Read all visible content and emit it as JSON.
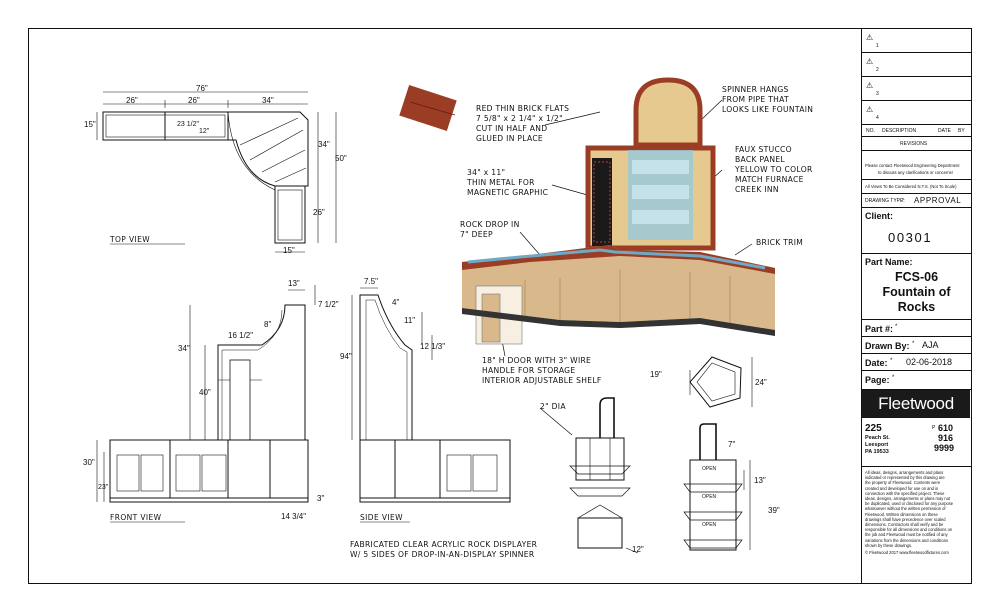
{
  "notes": {
    "brick": [
      "RED THIN BRICK FLATS",
      "7 5/8\" x 2 1/4\" x 1/2\"",
      "CUT IN HALF AND",
      "GLUED IN PLACE"
    ],
    "spinner": [
      "SPINNER HANGS",
      "FROM PIPE THAT",
      "LOOKS LIKE FOUNTAIN"
    ],
    "stucco": [
      "FAUX STUCCO",
      "BACK PANEL",
      "YELLOW TO COLOR",
      "MATCH FURNACE",
      "CREEK INN"
    ],
    "metal": [
      "34\" x 11\"",
      "THIN METAL FOR",
      "MAGNETIC GRAPHIC"
    ],
    "rock_drop": [
      "ROCK DROP IN",
      "7\" DEEP"
    ],
    "brick_trim": "BRICK TRIM",
    "door": [
      "18\" H DOOR WITH 3\" WIRE",
      "HANDLE FOR STORAGE",
      "INTERIOR ADJUSTABLE SHELF"
    ],
    "displayer": [
      "FABRICATED CLEAR ACRYLIC ROCK DISPLAYER",
      "W/ 5 SIDES OF DROP-IN-AN-DISPLAY SPINNER"
    ],
    "pipe_dia": "2\" DIA"
  },
  "views": {
    "top": "TOP VIEW",
    "front": "FRONT VIEW",
    "side": "SIDE VIEW"
  },
  "dims": {
    "top": {
      "overall": "76\"",
      "seg1": "26\"",
      "seg2": "26\"",
      "seg3": "34\"",
      "left": "15\"",
      "inner": "23 1/2\"",
      "small": "12\"",
      "right1": "34\"",
      "right2": "50\"",
      "right3": "26\"",
      "bottom": "15\""
    },
    "front": {
      "top": "13\"",
      "h1": "7 1/2\"",
      "w1": "16 1/2\"",
      "w2": "8\"",
      "h34": "34\"",
      "h40": "40\"",
      "h30": "30\"",
      "h23": "23\"",
      "base": "3\"",
      "depth": "14 3/4\""
    },
    "side": {
      "top": "7.5\"",
      "w4": "4\"",
      "h11": "11\"",
      "h12": "12 1/3\"",
      "h94": "94\""
    },
    "spinner": {
      "w19": "19\"",
      "h24": "24\"",
      "h12": "12\"",
      "h7": "7\"",
      "h13": "13\"",
      "h39": "39\""
    }
  },
  "spinner_labels": [
    "OPEN",
    "OPEN",
    "OPEN"
  ],
  "title_block": {
    "rev_rows": [
      "1",
      "2",
      "3",
      "4"
    ],
    "rev_headers": {
      "no": "NO.",
      "description": "DESCRIPTION",
      "date": "DATE",
      "by": "BY"
    },
    "revisions_label": "REVISIONS",
    "contact_note": [
      "Please contact Fleetwood Engineering Department",
      "to discuss any clarifications or concerns!"
    ],
    "nts_note": "All Views To Be Considered N.T.S. (Not To Scale)",
    "drawing_type_label": "DRAWING TYPE:",
    "drawing_type": "APPROVAL",
    "client_label": "Client:",
    "client": "00301",
    "part_name_label": "Part Name:",
    "part_name": [
      "FCS-06",
      "Fountain of",
      "Rocks"
    ],
    "part_no_label": "Part #:",
    "drawn_by_label": "Drawn By:",
    "drawn_by": "AJA",
    "date_label": "Date:",
    "date": "02-06-2018",
    "page_label": "Page:",
    "asterisk": "*",
    "logo": "Fleetwood",
    "address": {
      "num": "225",
      "street": "Peach St.",
      "city": "Leesport",
      "state": "PA 19533"
    },
    "phone": {
      "p": "P",
      "a": "610",
      "b": "916",
      "c": "9999"
    },
    "legal": [
      "All ideas, designs, arrangements and plans",
      "indicated or represented by this drawing are",
      "the property of Fleetwood. Contents were",
      "created and developed for use on and in",
      "connection with the specified project. These",
      "ideas, designs, arrangements or plans may not",
      "be duplicated, used or disclosed for any purpose",
      "whatsoever without the written permission of",
      "Fleetwood. Written dimensions on these",
      "drawings shall have precedence over scaled",
      "dimensions. Contractors shall verify and be",
      "responsible for all dimensions and conditions on",
      "the job and Fleetwood must be notified of any",
      "variations from the dimensions and conditions",
      "shown by these drawings."
    ],
    "copyright": "© Fleetwood 2017   www.fleetwoodfixtures.com"
  },
  "colors": {
    "counter": "#d9b98b",
    "counter_shade": "#c49f6e",
    "brick": "#9b3d24",
    "stucco": "#e6c98f",
    "graphic": "#1a1a1a",
    "glass": "#8fc8e0"
  }
}
